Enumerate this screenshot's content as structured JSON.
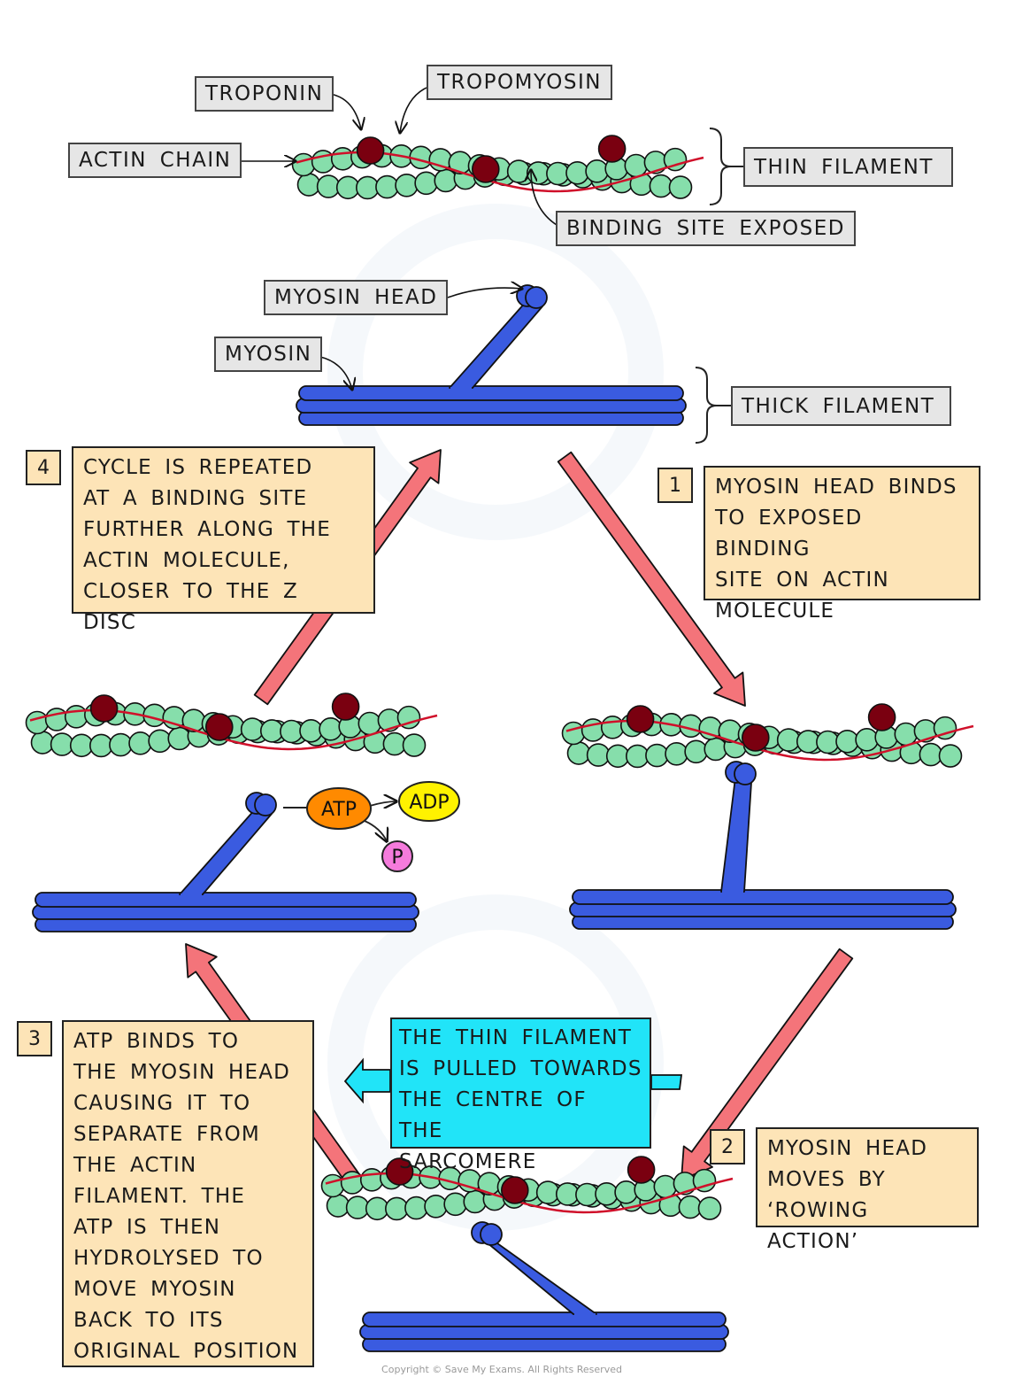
{
  "title": "Sliding filament cross-bridge cycle",
  "colors": {
    "actin": "#86deab",
    "troponin": "#7a0010",
    "tropomyosin": "#d0102a",
    "myosin": "#3a5be0",
    "arrow": "#f4747a",
    "note_bg": "#fde4b7",
    "label_bg": "#e6e6e6",
    "cyan_bg": "#21e4f8",
    "atp": "#ff8a00",
    "adp": "#fff200",
    "phosphate": "#f57bdc"
  },
  "labels": {
    "troponin": "TROPONIN",
    "tropomyosin": "TROPOMYOSIN",
    "actin_chain": "ACTIN  CHAIN",
    "thin_filament": "THIN  FILAMENT",
    "binding_site": "BINDING  SITE  EXPOSED",
    "myosin_head": "MYOSIN  HEAD",
    "myosin": "MYOSIN",
    "thick_filament": "THICK  FILAMENT"
  },
  "steps": [
    {
      "number": "1",
      "text": "MYOSIN  HEAD  BINDS\nTO  EXPOSED  BINDING\nSITE  ON  ACTIN\nMOLECULE"
    },
    {
      "number": "2",
      "text": "MYOSIN  HEAD\nMOVES  BY\n‘ROWING  ACTION’"
    },
    {
      "number": "3",
      "text": "ATP  BINDS  TO\nTHE  MYOSIN  HEAD\nCAUSING  IT  TO\nSEPARATE  FROM\nTHE  ACTIN\nFILAMENT.  THE\nATP  IS  THEN\nHYDROLYSED  TO\nMOVE  MYOSIN\nBACK  TO  ITS\nORIGINAL  POSITION"
    },
    {
      "number": "4",
      "text": "CYCLE  IS  REPEATED\nAT  A  BINDING  SITE\nFURTHER  ALONG THE\nACTIN  MOLECULE,\nCLOSER  TO  THE  Z DISC"
    }
  ],
  "pull_note": "THE  THIN  FILAMENT\nIS  PULLED  TOWARDS\nTHE  CENTRE  OF  THE\nSARCOMERE",
  "molecules": {
    "atp": "ATP",
    "adp": "ADP",
    "phosphate": "P"
  },
  "copyright": "Copyright © Save My Exams. All Rights Reserved"
}
